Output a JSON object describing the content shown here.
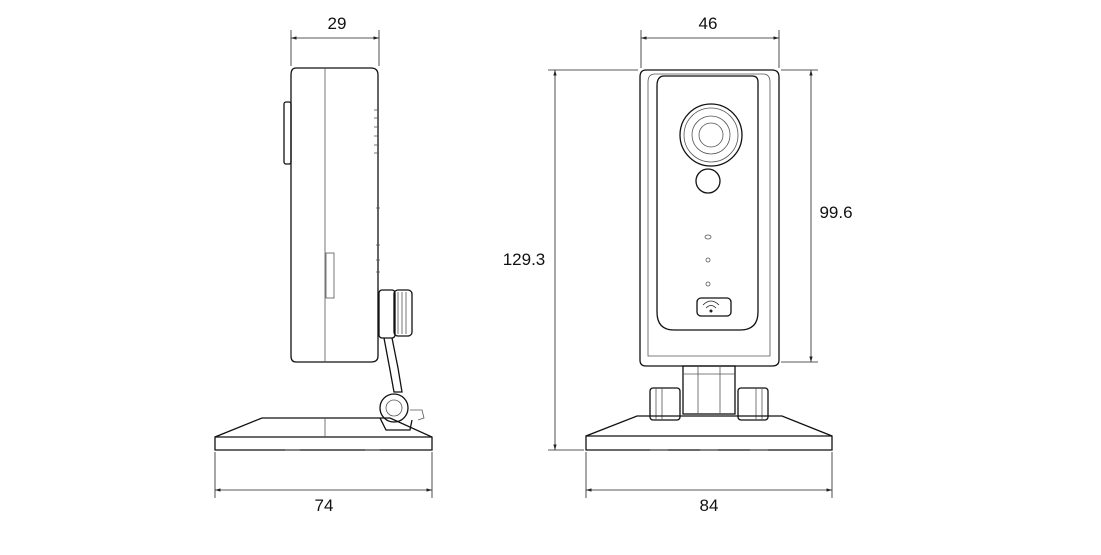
{
  "side_view": {
    "depth_label": "29",
    "base_width_label": "74"
  },
  "front_view": {
    "width_label": "46",
    "total_height_label": "129.3",
    "body_height_label": "99.6",
    "base_width_label": "84"
  }
}
